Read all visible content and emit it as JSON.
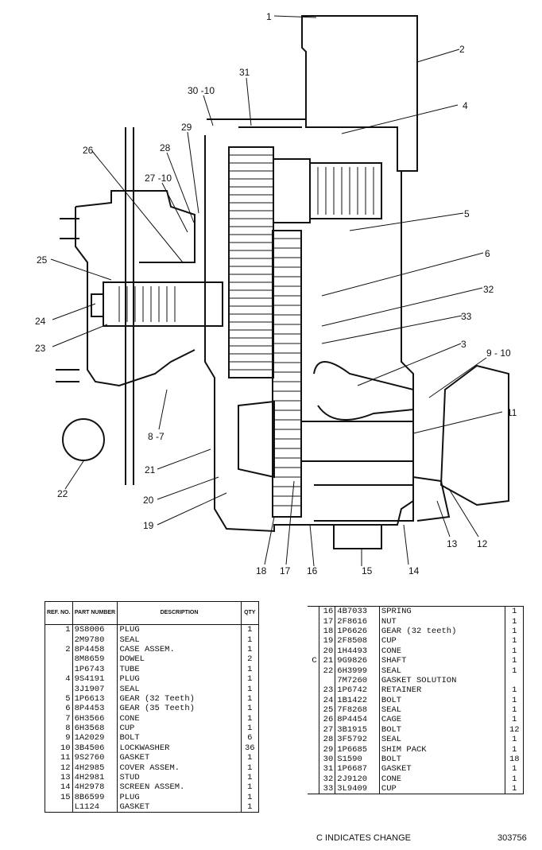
{
  "callouts": [
    "1",
    "2",
    "4",
    "31",
    "30 -10",
    "29",
    "28",
    "27 -10",
    "26",
    "5",
    "25",
    "6",
    "24",
    "32",
    "23",
    "33",
    "3",
    "9 - 10",
    "11",
    "8 -7",
    "21",
    "20",
    "19",
    "22",
    "18",
    "17",
    "16",
    "15",
    "14",
    "13",
    "12"
  ],
  "left_table": {
    "headers": {
      "ref": "REF. NO.",
      "part": "PART NUMBER",
      "desc": "DESCRIPTION",
      "qty": "QTY"
    },
    "rows": [
      {
        "ref": "1",
        "pn": "9S8006",
        "desc": "PLUG",
        "qty": "1"
      },
      {
        "ref": "",
        "pn": "2M9780",
        "desc": "SEAL",
        "qty": "1"
      },
      {
        "ref": "2",
        "pn": "8P4458",
        "desc": "CASE ASSEM.",
        "qty": "1"
      },
      {
        "ref": "",
        "pn": "8M8659",
        "desc": "DOWEL",
        "qty": "2"
      },
      {
        "ref": "",
        "pn": "1P6743",
        "desc": "TUBE",
        "qty": "1"
      },
      {
        "ref": "4",
        "pn": "9S4191",
        "desc": "PLUG",
        "qty": "1"
      },
      {
        "ref": "",
        "pn": "3J1907",
        "desc": "SEAL",
        "qty": "1"
      },
      {
        "ref": "5",
        "pn": "1P6613",
        "desc": "GEAR (32 Teeth)",
        "qty": "1"
      },
      {
        "ref": "6",
        "pn": "8P4453",
        "desc": "GEAR (35 Teeth)",
        "qty": "1"
      },
      {
        "ref": "7",
        "pn": "6H3566",
        "desc": "CONE",
        "qty": "1"
      },
      {
        "ref": "8",
        "pn": "6H3568",
        "desc": "CUP",
        "qty": "1"
      },
      {
        "ref": "9",
        "pn": "1A2029",
        "desc": "BOLT",
        "qty": "6"
      },
      {
        "ref": "10",
        "pn": "3B4506",
        "desc": "LOCKWASHER",
        "qty": "36"
      },
      {
        "ref": "11",
        "pn": "9S2760",
        "desc": "GASKET",
        "qty": "1"
      },
      {
        "ref": "12",
        "pn": "4H2985",
        "desc": "COVER ASSEM.",
        "qty": "1"
      },
      {
        "ref": "13",
        "pn": "4H2981",
        "desc": "STUD",
        "qty": "1"
      },
      {
        "ref": "14",
        "pn": "4H2978",
        "desc": "SCREEN ASSEM.",
        "qty": "1"
      },
      {
        "ref": "15",
        "pn": "8B6599",
        "desc": "PLUG",
        "qty": "1"
      },
      {
        "ref": "",
        "pn": "L1124",
        "desc": "GASKET",
        "qty": "1"
      }
    ]
  },
  "right_table": {
    "rows": [
      {
        "mark": "",
        "ref": "16",
        "pn": "4B7033",
        "desc": "SPRING",
        "qty": "1"
      },
      {
        "mark": "",
        "ref": "17",
        "pn": "2F8616",
        "desc": "NUT",
        "qty": "1"
      },
      {
        "mark": "",
        "ref": "18",
        "pn": "1P6626",
        "desc": "GEAR (32 teeth)",
        "qty": "1"
      },
      {
        "mark": "",
        "ref": "19",
        "pn": "2F8508",
        "desc": "CUP",
        "qty": "1"
      },
      {
        "mark": "",
        "ref": "20",
        "pn": "1H4493",
        "desc": "CONE",
        "qty": "1"
      },
      {
        "mark": "C",
        "ref": "21",
        "pn": "9G9826",
        "desc": "SHAFT",
        "qty": "1"
      },
      {
        "mark": "",
        "ref": "22",
        "pn": "6H3999",
        "desc": "SEAL",
        "qty": "1"
      },
      {
        "mark": "",
        "ref": "",
        "pn": "7M7260",
        "desc": "GASKET SOLUTION",
        "qty": ""
      },
      {
        "mark": "",
        "ref": "23",
        "pn": "1P6742",
        "desc": "RETAINER",
        "qty": "1"
      },
      {
        "mark": "",
        "ref": "24",
        "pn": "1B1422",
        "desc": "BOLT",
        "qty": "1"
      },
      {
        "mark": "",
        "ref": "25",
        "pn": "7F8268",
        "desc": "SEAL",
        "qty": "1"
      },
      {
        "mark": "",
        "ref": "26",
        "pn": "8P4454",
        "desc": "CAGE",
        "qty": "1"
      },
      {
        "mark": "",
        "ref": "27",
        "pn": "3B1915",
        "desc": "BOLT",
        "qty": "12"
      },
      {
        "mark": "",
        "ref": "28",
        "pn": "3F5792",
        "desc": "SEAL",
        "qty": "1"
      },
      {
        "mark": "",
        "ref": "29",
        "pn": "1P6685",
        "desc": "SHIM PACK",
        "qty": "1"
      },
      {
        "mark": "",
        "ref": "30",
        "pn": "S1590",
        "desc": "BOLT",
        "qty": "18"
      },
      {
        "mark": "",
        "ref": "31",
        "pn": "1P6687",
        "desc": "GASKET",
        "qty": "1"
      },
      {
        "mark": "",
        "ref": "32",
        "pn": "2J9120",
        "desc": "CONE",
        "qty": "1"
      },
      {
        "mark": "",
        "ref": "33",
        "pn": "3L9409",
        "desc": "CUP",
        "qty": "1"
      }
    ]
  },
  "footer": {
    "change_note": "C INDICATES CHANGE",
    "drawing_number": "303756"
  }
}
